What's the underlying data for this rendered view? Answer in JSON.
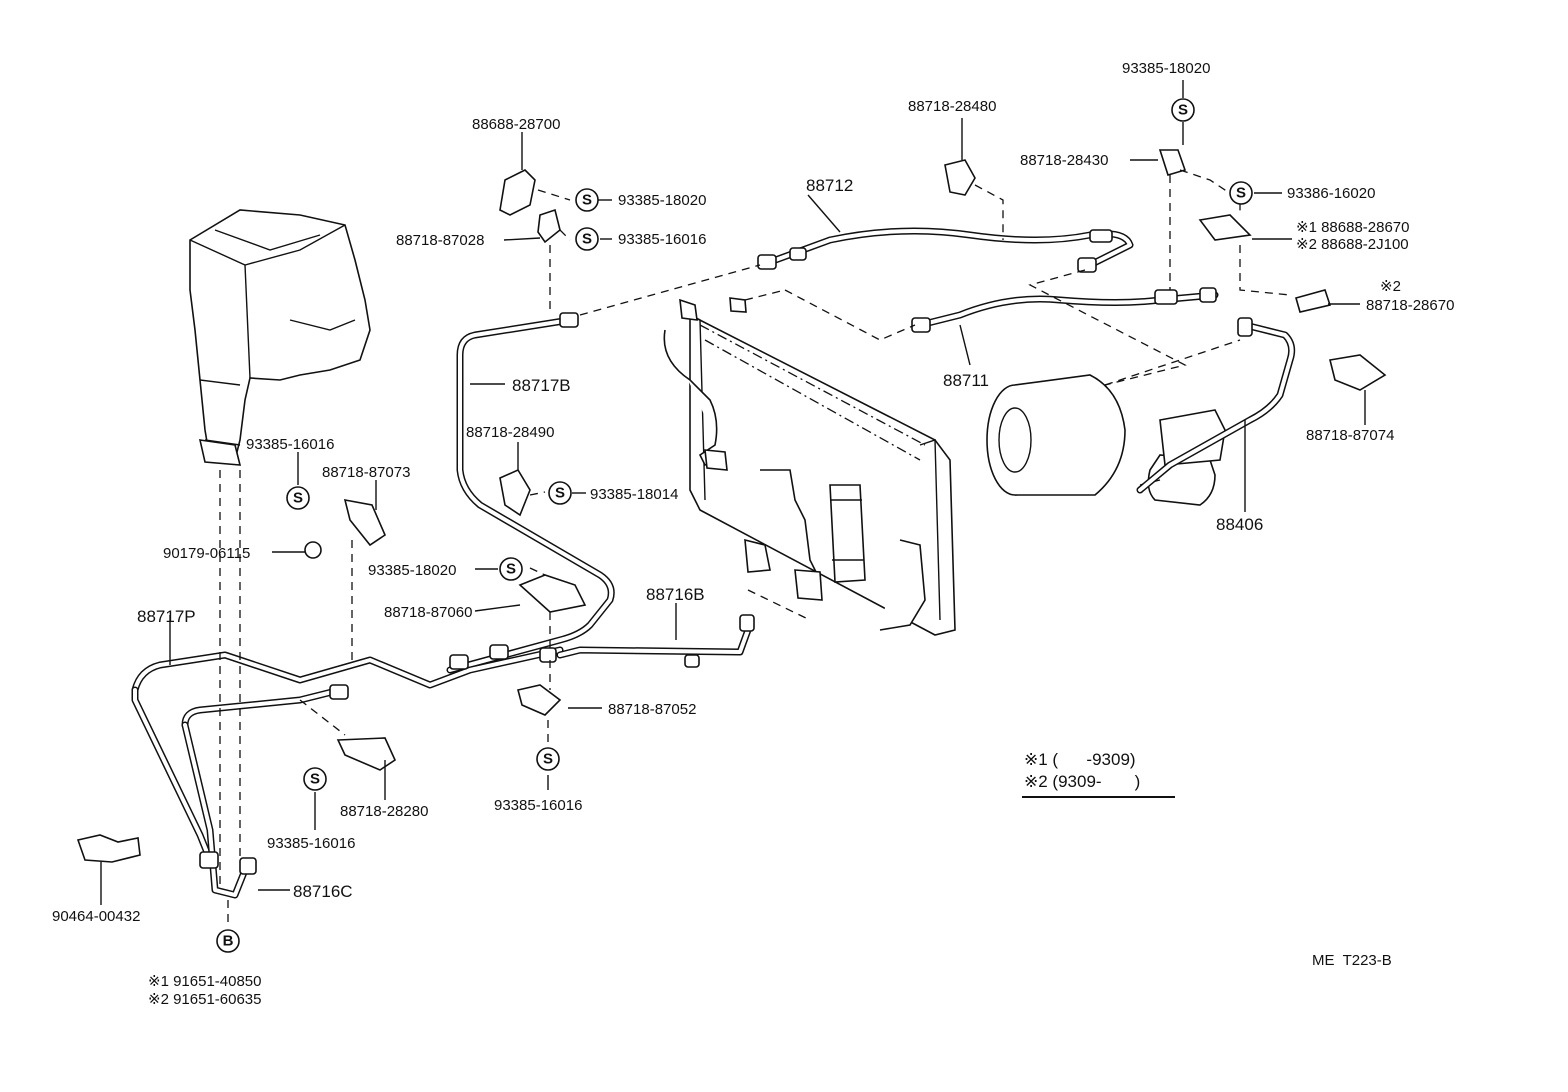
{
  "labels": {
    "p88688_28700": "88688-28700",
    "p93385_18020_a": "93385-18020",
    "p88718_87028": "88718-87028",
    "p93385_16016_a": "93385-16016",
    "p88712": "88712",
    "p88718_28480": "88718-28480",
    "p93385_18020_b": "93385-18020",
    "p88718_28430": "88718-28430",
    "p93386_16020": "93386-16020",
    "n1_88688_28670": "※1 88688-28670",
    "n2_88688_2J100": "※2 88688-2J100",
    "n2_mark": "※2",
    "p88718_28670": "88718-28670",
    "p88717B": "88717B",
    "p88718_28490": "88718-28490",
    "p93385_18014": "93385-18014",
    "p88711": "88711",
    "p88718_87074": "88718-87074",
    "p88406": "88406",
    "p93385_16016_b": "93385-16016",
    "p88718_87073": "88718-87073",
    "p90179_06115": "90179-06115",
    "p93385_18020_c": "93385-18020",
    "p88718_87060": "88718-87060",
    "p88716B": "88716B",
    "p88717P": "88717P",
    "p88718_87052": "88718-87052",
    "p88718_28280": "88718-28280",
    "p93385_16016_c": "93385-16016",
    "p93385_16016_d": "93385-16016",
    "p88716C": "88716C",
    "p90464_00432": "90464-00432",
    "n1_91651_40850": "※1 91651-40850",
    "n2_91651_60635": "※2 91651-60635"
  },
  "legend": {
    "row1": "※1 (      -9309)",
    "row2": "※2 (9309-       )"
  },
  "symbols": {
    "s": "S",
    "b": "B"
  },
  "footer": {
    "code": "ME  T223-B"
  }
}
